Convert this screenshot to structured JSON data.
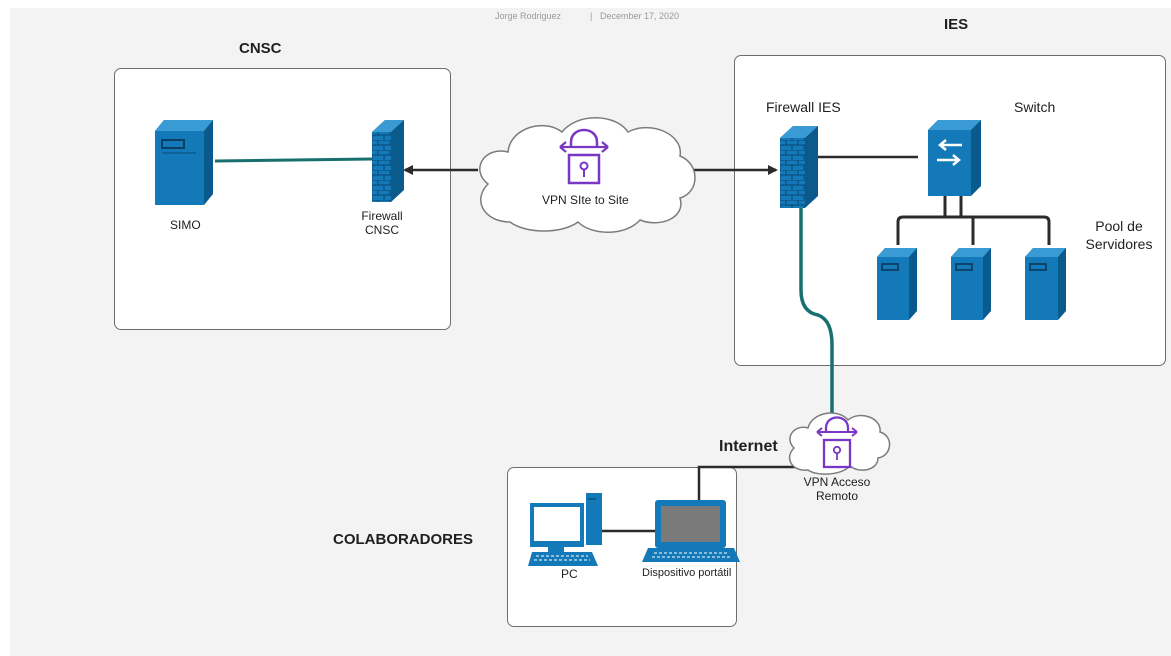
{
  "header": {
    "author": "Jorge Rodriguez",
    "separator": "|",
    "date": "December 17, 2020"
  },
  "sections": {
    "cnsc": "CNSC",
    "ies": "IES",
    "colaboradores": "COLABORADORES",
    "internet": "Internet"
  },
  "nodes": {
    "simo": "SIMO",
    "firewall_cnsc_line1": "Firewall",
    "firewall_cnsc_line2": "CNSC",
    "vpn_site": "VPN SIte to Site",
    "firewall_ies": "Firewall IES",
    "switch": "Switch",
    "pool_line1": "Pool de",
    "pool_line2": "Servidores",
    "vpn_remote_line1": "VPN  Acceso",
    "vpn_remote_line2": "Remoto",
    "pc": "PC",
    "laptop": "Dispositivo portátil"
  },
  "colors": {
    "device_blue": "#1479b8",
    "device_dark": "#0b5a8c",
    "screen_cyan": "#2aa9e0",
    "link_teal": "#17706f",
    "vpn_purple": "#7a36c4",
    "arrow": "#2b2b2b"
  }
}
